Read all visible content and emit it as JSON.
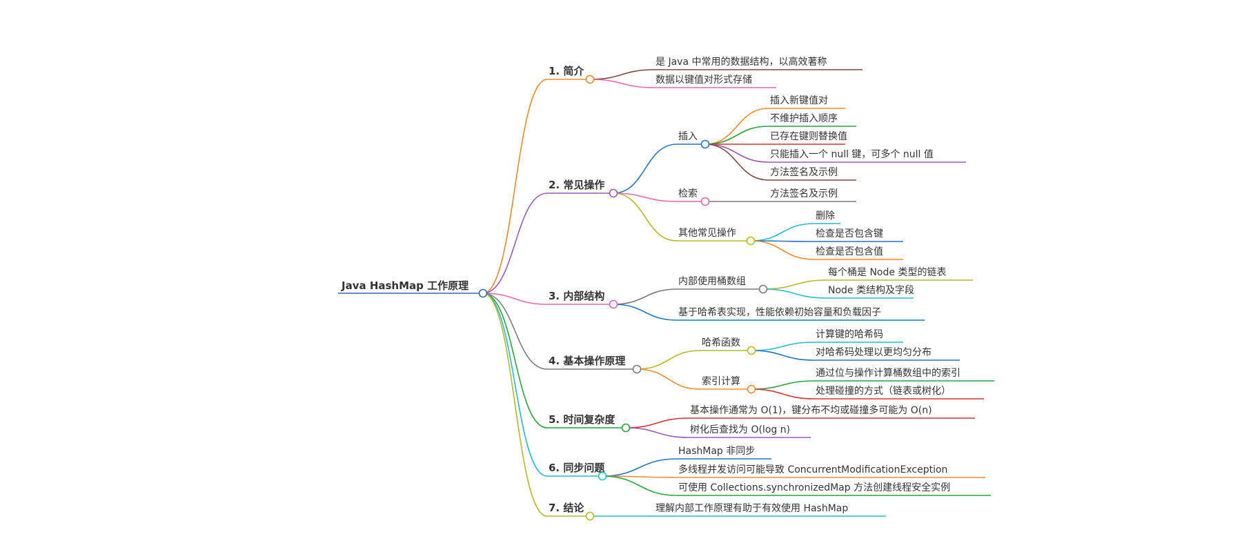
{
  "colors": {
    "root": "#2b6cb0",
    "orange": "#f08a24",
    "purple": "#9b59b6",
    "pink": "#e066b2",
    "gray": "#7a7a7a",
    "green": "#27a43a",
    "cyan": "#1fbcd2",
    "olive": "#b8b820",
    "blue": "#1f74c2",
    "brown": "#7a4a3a",
    "red": "#d63031"
  },
  "mindmap": {
    "root": {
      "label": "Java HashMap 工作原理"
    },
    "branches": [
      {
        "label": "1. 简介",
        "color": "orange",
        "children": [
          {
            "label": "是 Java 中常用的数据结构，以高效著称",
            "color": "brown"
          },
          {
            "label": "数据以键值对形式存储",
            "color": "pink"
          }
        ]
      },
      {
        "label": "2. 常见操作",
        "color": "purple",
        "children": [
          {
            "label": "插入",
            "color": "blue",
            "children": [
              {
                "label": "插入新键值对",
                "color": "orange"
              },
              {
                "label": "不维护插入顺序",
                "color": "green"
              },
              {
                "label": "已存在键则替换值",
                "color": "red"
              },
              {
                "label": "只能插入一个 null 键，可多个 null 值",
                "color": "purple"
              },
              {
                "label": "方法签名及示例",
                "color": "brown"
              }
            ]
          },
          {
            "label": "检索",
            "color": "pink",
            "children": [
              {
                "label": "方法签名及示例",
                "color": "gray"
              }
            ]
          },
          {
            "label": "其他常见操作",
            "color": "olive",
            "children": [
              {
                "label": "删除",
                "color": "cyan"
              },
              {
                "label": "检查是否包含键",
                "color": "blue"
              },
              {
                "label": "检查是否包含值",
                "color": "orange"
              }
            ]
          }
        ]
      },
      {
        "label": "3. 内部结构",
        "color": "pink",
        "children": [
          {
            "label": "内部使用桶数组",
            "color": "gray",
            "children": [
              {
                "label": "每个桶是 Node 类型的链表",
                "color": "olive"
              },
              {
                "label": "Node 类结构及字段",
                "color": "cyan"
              }
            ]
          },
          {
            "label": "基于哈希表实现，性能依赖初始容量和负载因子",
            "color": "blue"
          }
        ]
      },
      {
        "label": "4. 基本操作原理",
        "color": "gray",
        "children": [
          {
            "label": "哈希函数",
            "color": "olive",
            "children": [
              {
                "label": "计算键的哈希码",
                "color": "cyan"
              },
              {
                "label": "对哈希码处理以更均匀分布",
                "color": "blue"
              }
            ]
          },
          {
            "label": "索引计算",
            "color": "orange",
            "children": [
              {
                "label": "通过位与操作计算桶数组中的索引",
                "color": "green"
              },
              {
                "label": "处理碰撞的方式（链表或树化）",
                "color": "red"
              }
            ]
          }
        ]
      },
      {
        "label": "5. 时间复杂度",
        "color": "green",
        "children": [
          {
            "label": "基本操作通常为 O(1)，键分布不均或碰撞多可能为 O(n)",
            "color": "red"
          },
          {
            "label": "树化后查找为 O(log n)",
            "color": "purple"
          }
        ]
      },
      {
        "label": "6. 同步问题",
        "color": "cyan",
        "children": [
          {
            "label": "HashMap 非同步",
            "color": "blue"
          },
          {
            "label": "多线程并发访问可能导致 ConcurrentModificationException",
            "color": "orange"
          },
          {
            "label": "可使用 Collections.synchronizedMap 方法创建线程安全实例",
            "color": "green"
          }
        ]
      },
      {
        "label": "7. 结论",
        "color": "olive",
        "children": [
          {
            "label": "理解内部工作原理有助于有效使用 HashMap",
            "color": "cyan"
          }
        ]
      }
    ]
  }
}
